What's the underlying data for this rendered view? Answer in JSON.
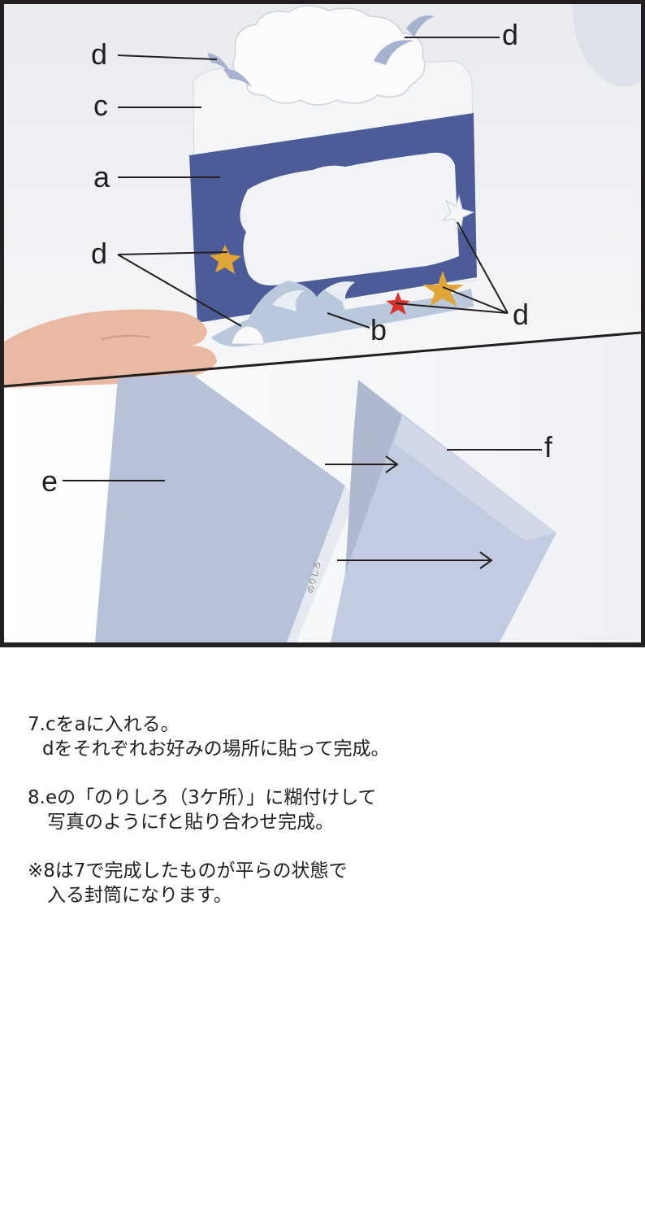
{
  "callouts": {
    "a": "a",
    "b": "b",
    "c": "c",
    "d_top_left": "d",
    "d_top_right": "d",
    "d_left": "d",
    "d_right": "d",
    "e": "e",
    "f": "f"
  },
  "envelope_print": "のりしろ",
  "instructions": {
    "step7": {
      "line1": "7.cをaに入れる。",
      "line2": "dをそれぞれお好みの場所に貼って完成。"
    },
    "step8": {
      "line1": "8.eの「のりしろ（3ケ所）」に糊付けして",
      "line2": "写真のようにfと貼り合わせ完成。"
    },
    "note": {
      "line1": "※8は7で完成したものが平らの状態で",
      "line2": "入る封筒になります。"
    }
  }
}
